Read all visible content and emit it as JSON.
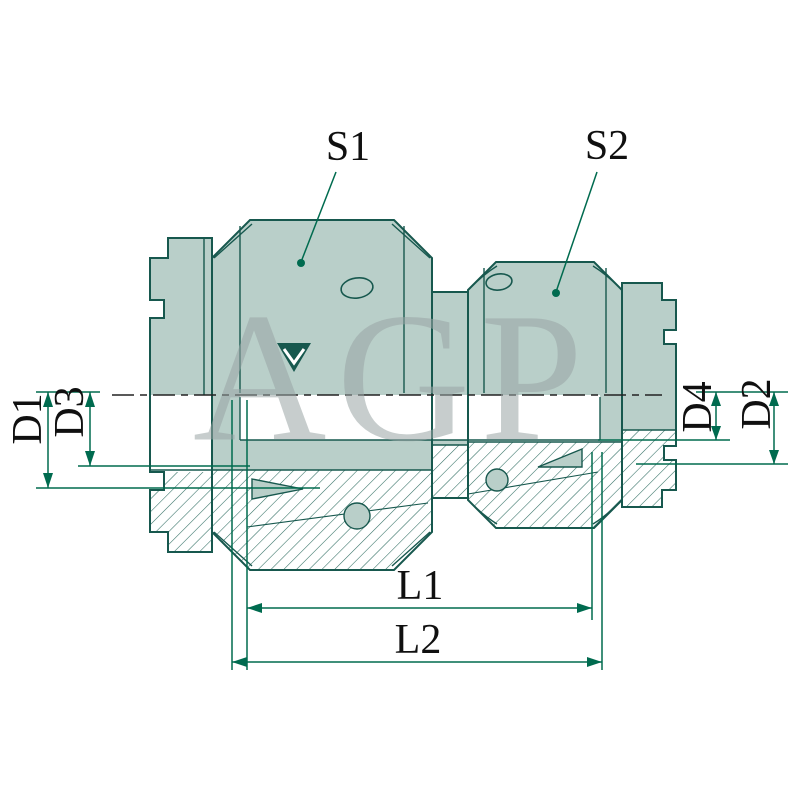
{
  "diagram": {
    "watermark": "AGP",
    "labels": {
      "s1": "S1",
      "s2": "S2",
      "d1": "D1",
      "d3": "D3",
      "d4": "D4",
      "d2": "D2",
      "l1": "L1",
      "l2": "L2"
    },
    "colors": {
      "body_fill": "#b9cfc9",
      "outline": "#17584e",
      "dimension": "#006b4f",
      "label_text": "#101010",
      "watermark": "#9aa5a5"
    }
  }
}
